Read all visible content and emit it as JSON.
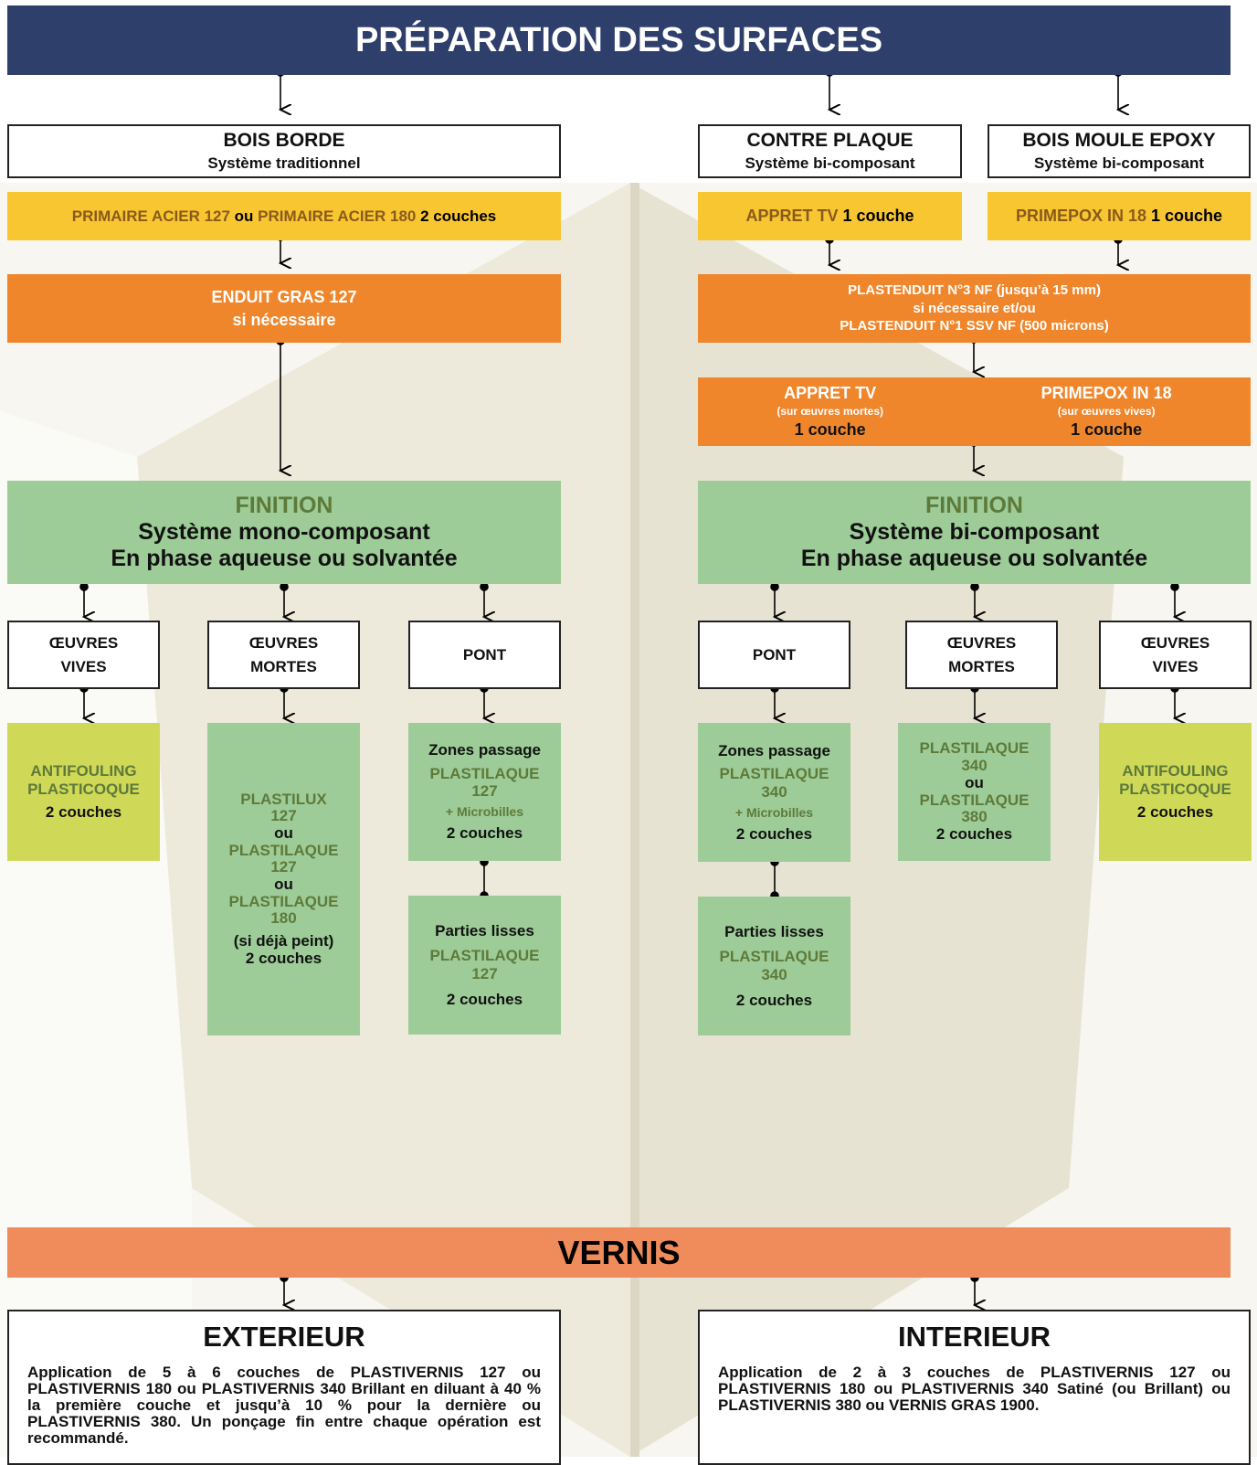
{
  "header": {
    "title": "PRÉPARATION DES SURFACES"
  },
  "prep": {
    "bois_borde": {
      "title": "BOIS BORDE",
      "subtitle": "Système traditionnel"
    },
    "contre_plaque": {
      "title": "CONTRE PLAQUE",
      "subtitle": "Système bi-composant"
    },
    "bois_moule": {
      "title": "BOIS MOULE EPOXY",
      "subtitle": "Système bi-composant"
    },
    "primaire": {
      "p1": "PRIMAIRE ACIER 127",
      "ou": " ou ",
      "p2": "PRIMAIRE ACIER 180",
      "couches": " 2 couches"
    },
    "appret": {
      "name": "APPRET TV",
      "couches": " 1 couche"
    },
    "primepox": {
      "name": "PRIMEPOX IN 18",
      "couches": " 1 couche"
    },
    "enduit": {
      "l1": "ENDUIT GRAS 127",
      "l2": "si nécessaire"
    },
    "plastenduit": {
      "a": "PLASTENDUIT N°3 NF",
      "b": " (jusqu’à 15 mm)",
      "c": "si nécessaire et/ou",
      "d": "PLASTENDUIT N°1 SSV NF",
      "e": " (500 microns)"
    },
    "appret_mortes": {
      "name": "APPRET TV",
      "note": "(sur œuvres mortes)",
      "couches": "1 couche"
    },
    "primepox_vives": {
      "name": "PRIMEPOX IN 18",
      "note": "(sur œuvres vives)",
      "couches": "1 couche"
    }
  },
  "finition_left": {
    "title": "FINITION",
    "l1": "Système mono-composant",
    "l2": "En phase aqueuse ou solvantée"
  },
  "finition_right": {
    "title": "FINITION",
    "l1": "Système bi-composant",
    "l2": "En phase aqueuse ou solvantée"
  },
  "zones": {
    "oeuvres_vives": {
      "l1": "ŒUVRES",
      "l2": "VIVES"
    },
    "oeuvres_mortes": {
      "l1": "ŒUVRES",
      "l2": "MORTES"
    },
    "pont": "PONT"
  },
  "left_products": {
    "antifouling": {
      "l1": "ANTIFOULING",
      "l2": "PLASTICOQUE",
      "couches": "2 couches"
    },
    "mortes": {
      "a": "PLASTILUX",
      "b": "127",
      "ou1": "ou",
      "c": "PLASTILAQUE",
      "d": "127",
      "ou2": "ou",
      "e": "PLASTILAQUE",
      "f": "180",
      "g": "(si déjà peint)",
      "couches": "2 couches"
    },
    "pont_zones": {
      "t": "Zones passage",
      "a": "PLASTILAQUE",
      "b": "127",
      "c": "+ Microbilles",
      "couches": "2 couches"
    },
    "pont_lisses": {
      "t": "Parties lisses",
      "a": "PLASTILAQUE",
      "b": "127",
      "couches": "2 couches"
    }
  },
  "right_products": {
    "pont_zones": {
      "t": "Zones passage",
      "a": "PLASTILAQUE",
      "b": "340",
      "c": "+ Microbilles",
      "couches": "2 couches"
    },
    "pont_lisses": {
      "t": "Parties lisses",
      "a": "PLASTILAQUE",
      "b": "340",
      "couches": "2 couches"
    },
    "mortes": {
      "a": "PLASTILAQUE",
      "b": "340",
      "ou": "ou",
      "c": "PLASTILAQUE",
      "d": "380",
      "couches": "2 couches"
    },
    "antifouling": {
      "l1": "ANTIFOULING",
      "l2": "PLASTICOQUE",
      "couches": "2 couches"
    }
  },
  "vernis": {
    "title": "VERNIS",
    "exterieur": {
      "title": "EXTERIEUR",
      "text": "Application de 5 à 6 couches de PLASTIVERNIS 127 ou PLASTIVERNIS 180 ou PLASTIVERNIS 340 Brillant en diluant à 40 % la première couche et jusqu’à 10 % pour la dernière ou PLASTIVERNIS 380. Un ponçage fin entre chaque opération est recommandé."
    },
    "interieur": {
      "title": "INTERIEUR",
      "text": "Application de 2 à 3 couches de PLASTIVERNIS 127 ou PLASTIVERNIS 180 ou PLASTIVERNIS 340 Satiné (ou Brillant) ou PLASTIVERNIS 380 ou VERNIS GRAS 1900."
    }
  },
  "colors": {
    "navy": "#2f3f6b",
    "yellow": "#f8c630",
    "orange": "#f0862c",
    "green": "#9dcc98",
    "lime": "#cfd957",
    "salmon": "#f08c5c"
  }
}
